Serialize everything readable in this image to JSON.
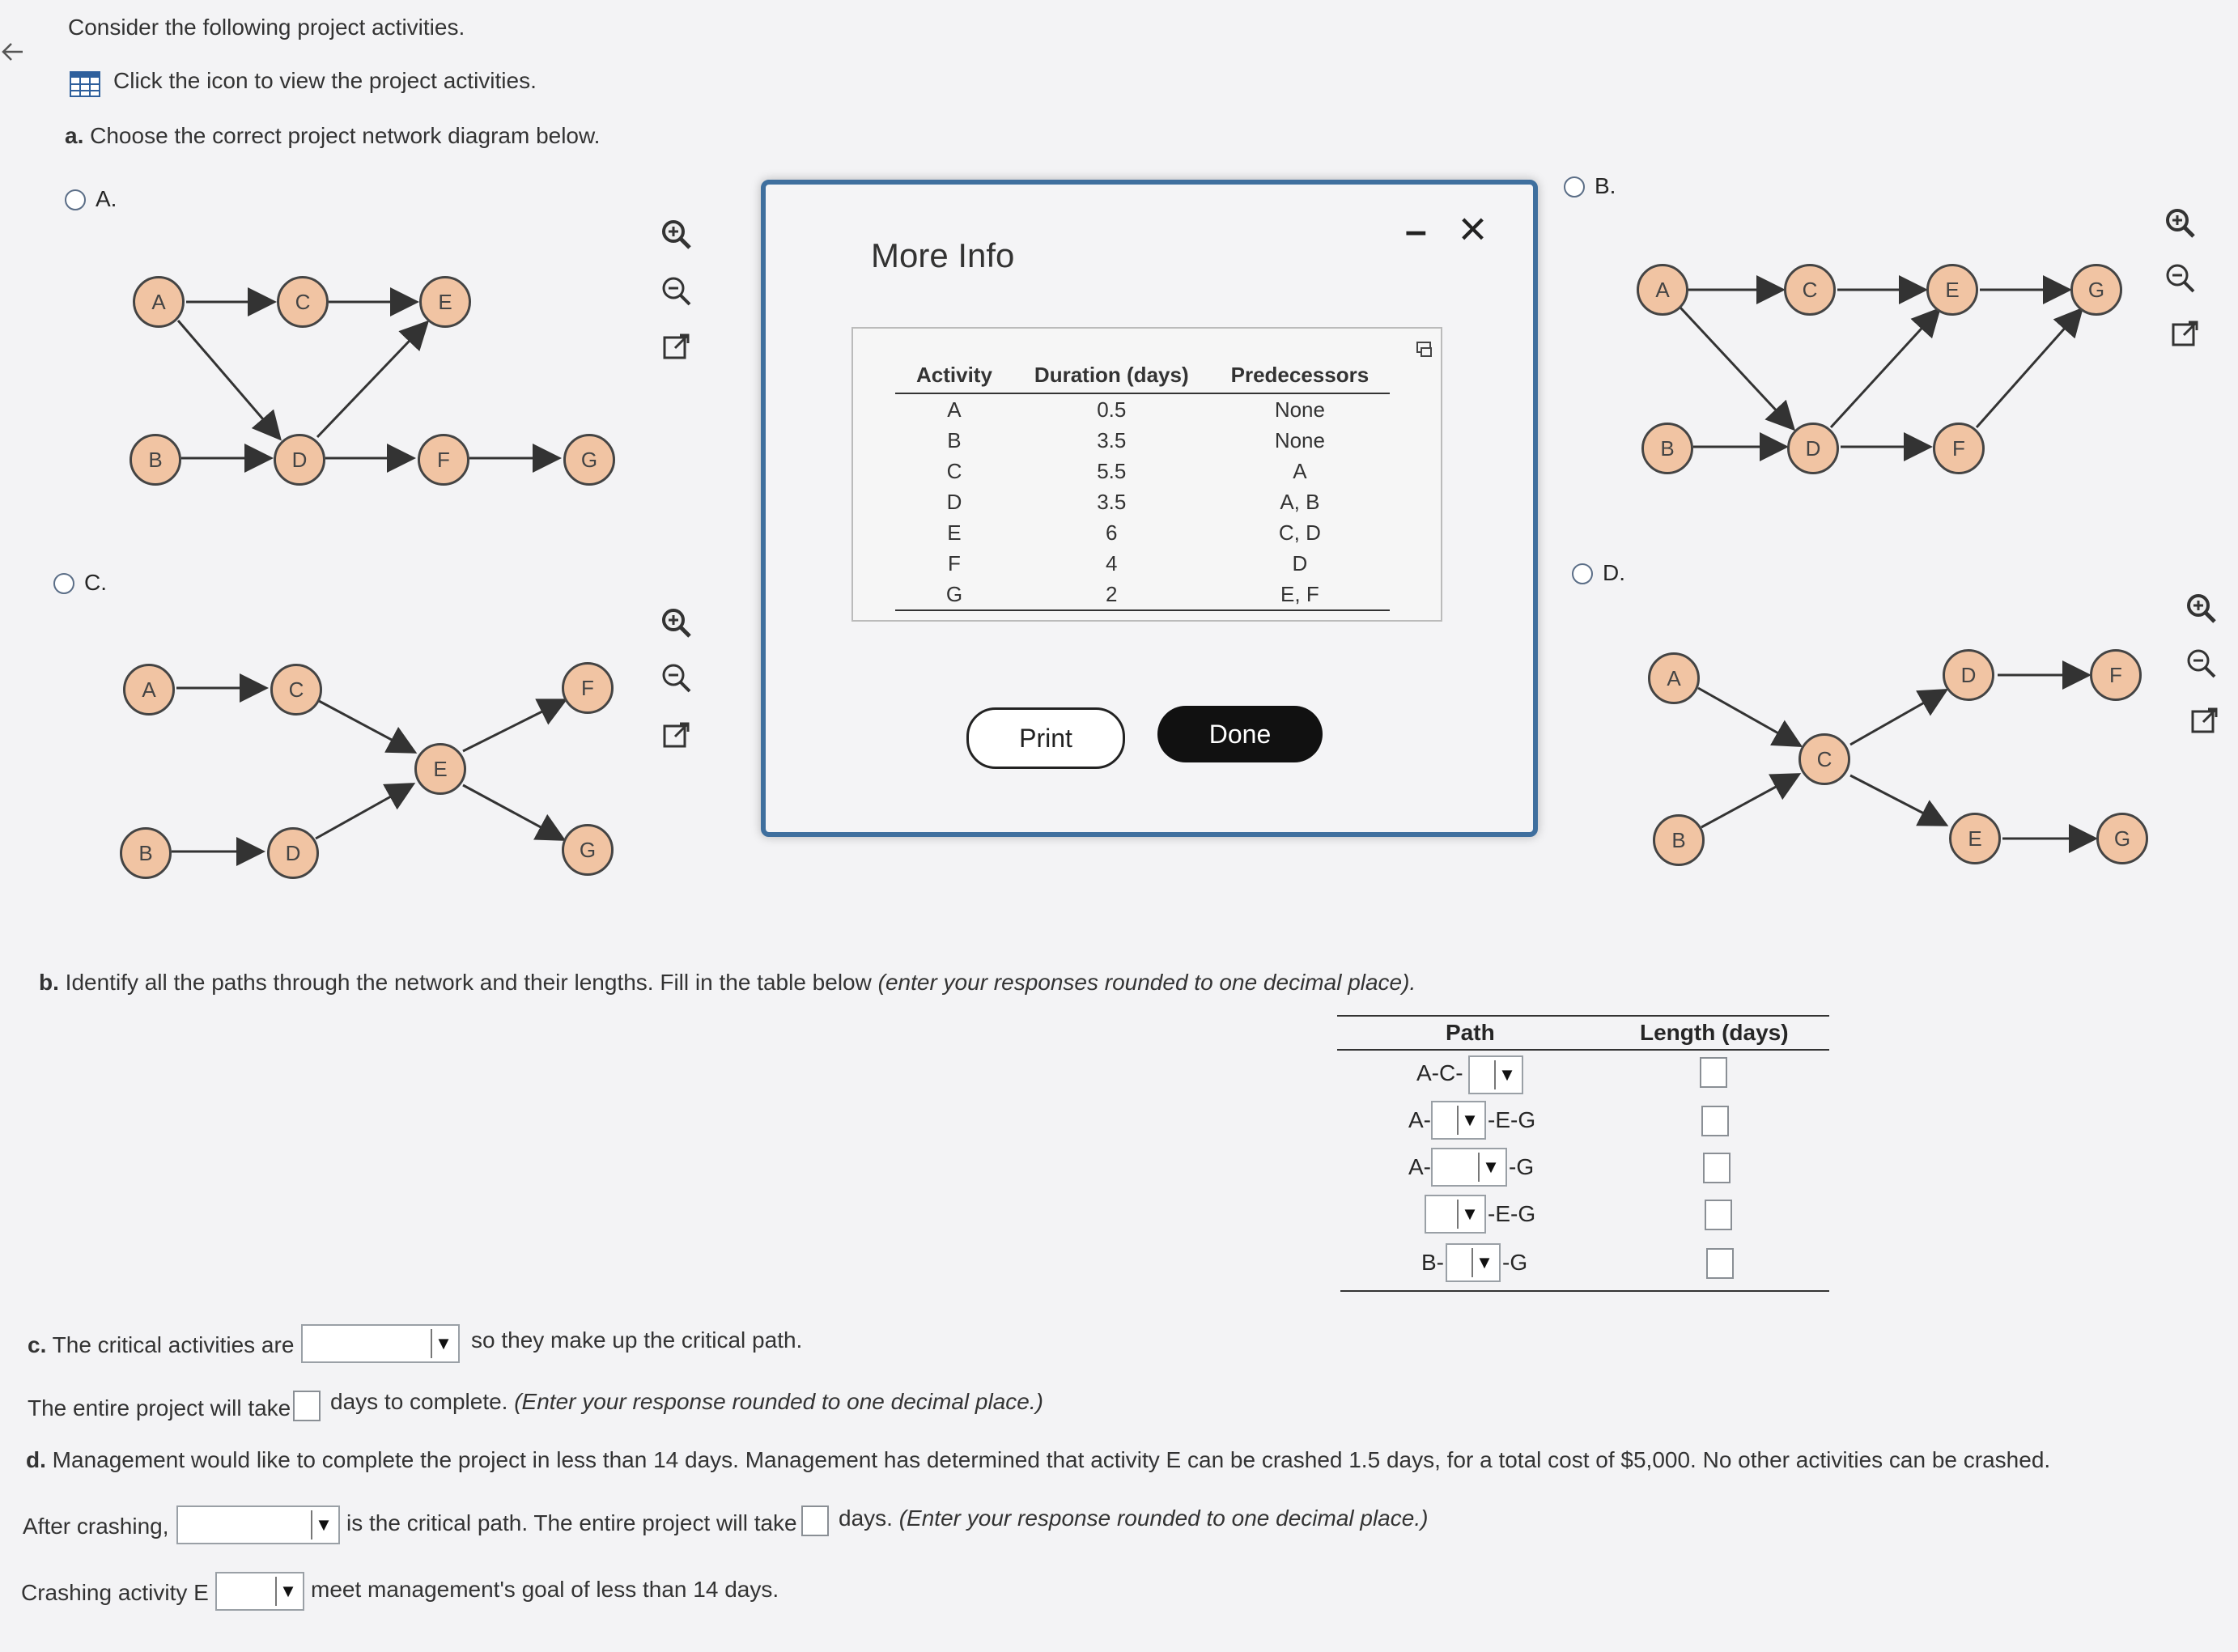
{
  "intro": "Consider the following project activities.",
  "icon_text": "Click the icon to view the project activities.",
  "part_a": {
    "label": "a.",
    "text": "Choose the correct project network diagram below.",
    "options": {
      "a": "A.",
      "b": "B.",
      "c": "C.",
      "d": "D."
    }
  },
  "node_labels": [
    "A",
    "B",
    "C",
    "D",
    "E",
    "F",
    "G"
  ],
  "modal": {
    "title": "More Info",
    "minimize": "–",
    "close": "×",
    "table_headers": [
      "Activity",
      "Duration (days)",
      "Predecessors"
    ],
    "rows": [
      {
        "activity": "A",
        "duration": "0.5",
        "pred": "None"
      },
      {
        "activity": "B",
        "duration": "3.5",
        "pred": "None"
      },
      {
        "activity": "C",
        "duration": "5.5",
        "pred": "A"
      },
      {
        "activity": "D",
        "duration": "3.5",
        "pred": "A, B"
      },
      {
        "activity": "E",
        "duration": "6",
        "pred": "C, D"
      },
      {
        "activity": "F",
        "duration": "4",
        "pred": "D"
      },
      {
        "activity": "G",
        "duration": "2",
        "pred": "E, F"
      }
    ],
    "print": "Print",
    "done": "Done"
  },
  "part_b": {
    "label": "b.",
    "text": "Identify all the paths through the network and their lengths. Fill in the table below",
    "note": "(enter your responses rounded to one decimal place).",
    "headers": [
      "Path",
      "Length (days)"
    ],
    "paths": [
      {
        "prefix": "A-C-",
        "suffix": ""
      },
      {
        "prefix": "A-",
        "suffix": "-E-G"
      },
      {
        "prefix": "A-",
        "suffix": "-G"
      },
      {
        "prefix": "",
        "suffix": "-E-G"
      },
      {
        "prefix": "B-",
        "suffix": "-G"
      }
    ]
  },
  "part_c": {
    "label": "c.",
    "text1": "The critical activities are",
    "text2": "so they make up the critical path.",
    "text3": "The entire project will take",
    "text4": "days to complete.",
    "note": "(Enter your response rounded to one decimal place.)"
  },
  "part_d": {
    "label": "d.",
    "text": "Management would like to complete the project in less than 14 days. Management has determined that activity E can be crashed 1.5 days, for a total cost of $5,000. No other activities can be crashed.",
    "after1": "After crashing,",
    "after2": "is the critical path. The entire project will take",
    "after3": "days.",
    "note": "(Enter your response rounded to one decimal place.)",
    "crash1": "Crashing activity E",
    "crash2": "meet management's goal of less than 14 days."
  }
}
